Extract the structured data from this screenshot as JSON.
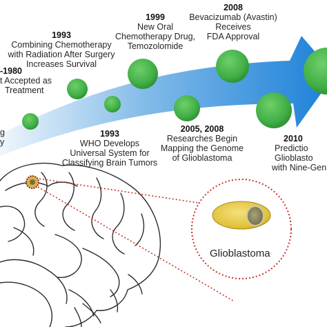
{
  "timeline": [
    {
      "id": "early",
      "year": "-1980",
      "text": [
        "t Accepted as",
        "Treatment"
      ]
    },
    {
      "id": "first",
      "year": "",
      "text": [
        "g",
        "y"
      ]
    },
    {
      "id": "1993a",
      "year": "1993",
      "text": [
        "Combining Chemotherapy",
        "with Radiation After Surgery",
        "Increases Survival"
      ]
    },
    {
      "id": "1999",
      "year": "1999",
      "text": [
        "New Oral",
        "Chemotherapy Drug,",
        "Temozolomide"
      ]
    },
    {
      "id": "2008",
      "year": "2008",
      "text": [
        "Bevacizumab (Avastin)",
        "Receives",
        "FDA Approval"
      ]
    },
    {
      "id": "1993b",
      "year": "1993",
      "text": [
        "WHO Develops",
        "Universal System for",
        "Classifying Brain Tumors"
      ]
    },
    {
      "id": "2005",
      "year": "2005, 2008",
      "text": [
        "Researches Begin",
        "Mapping the Genome",
        "of Glioblastoma"
      ]
    },
    {
      "id": "2010",
      "year": "2010",
      "text": [
        "Predictio",
        "Glioblasto",
        "with Nine-Gen"
      ]
    }
  ],
  "inset_label": "Glioblastoma",
  "colors": {
    "arrow_light": "#d8ebf8",
    "arrow_dark": "#1c80d8",
    "node": "#44b04a",
    "node_dark": "#2e8f35",
    "tumor_dot": "#c8302a",
    "cell": "#e2c63b"
  }
}
